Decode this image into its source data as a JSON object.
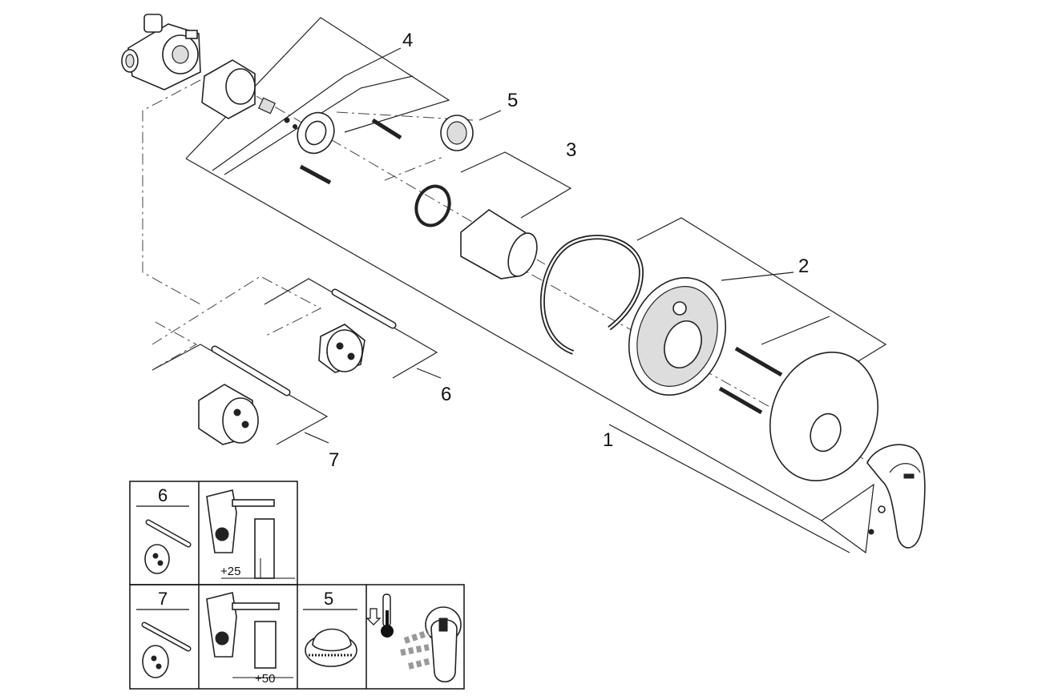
{
  "diagram": {
    "callouts": [
      "1",
      "2",
      "3",
      "4",
      "5",
      "6",
      "7"
    ]
  },
  "legend": {
    "row1": {
      "number": "6",
      "dimension": "+25"
    },
    "row2": {
      "number": "7",
      "dimension": "+50",
      "number_b": "5"
    }
  }
}
